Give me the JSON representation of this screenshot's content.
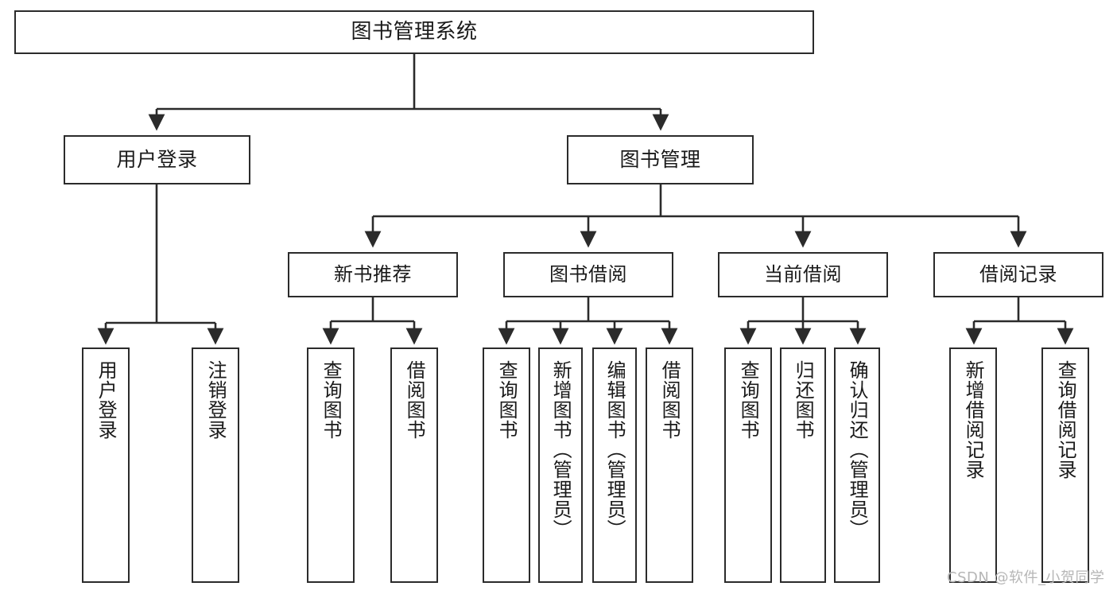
{
  "diagram": {
    "type": "hierarchy-tree",
    "title": "图书管理系统",
    "watermark": "CSDN @软件_小贺同学",
    "colors": {
      "stroke": "#2b2b2b",
      "fill": "#ffffff",
      "text": "#1a1a1a",
      "watermark": "#b6b6b6"
    },
    "nodes": {
      "root": {
        "label": "图书管理系统"
      },
      "level2": [
        {
          "label": "用户登录"
        },
        {
          "label": "图书管理"
        }
      ],
      "level3": [
        {
          "label": "新书推荐"
        },
        {
          "label": "图书借阅"
        },
        {
          "label": "当前借阅"
        },
        {
          "label": "借阅记录"
        }
      ],
      "leaves_user_login": [
        {
          "label": "用户登录"
        },
        {
          "label": "注销登录"
        }
      ],
      "leaves_new_book": [
        {
          "label": "查询图书"
        },
        {
          "label": "借阅图书"
        }
      ],
      "leaves_borrow": [
        {
          "label": "查询图书"
        },
        {
          "label": "新增图书（管理员）"
        },
        {
          "label": "编辑图书（管理员）"
        },
        {
          "label": "借阅图书"
        }
      ],
      "leaves_current": [
        {
          "label": "查询图书"
        },
        {
          "label": "归还图书"
        },
        {
          "label": "确认归还（管理员）"
        }
      ],
      "leaves_records": [
        {
          "label": "新增借阅记录"
        },
        {
          "label": "查询借阅记录"
        }
      ]
    }
  }
}
